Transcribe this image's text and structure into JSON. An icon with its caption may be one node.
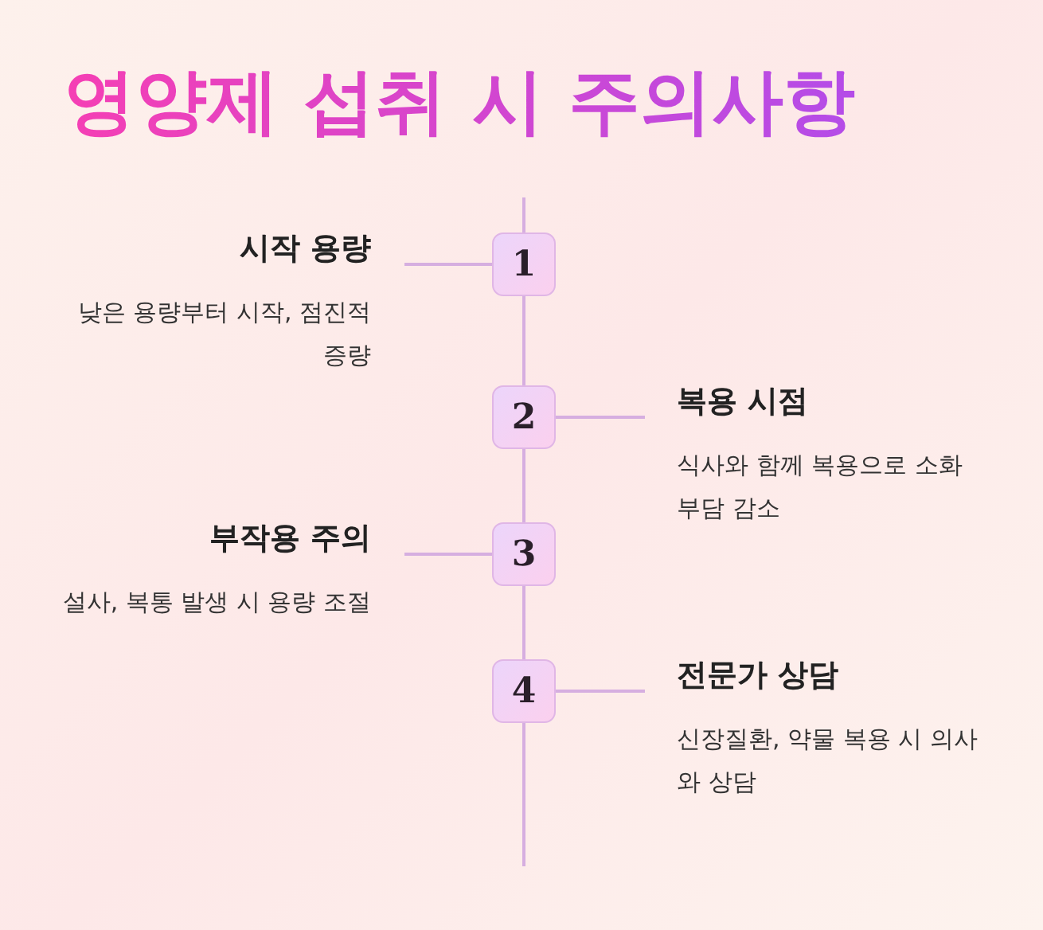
{
  "diagram": {
    "title": "영양제 섭취 시 주의사항",
    "nodes": [
      {
        "text": [
          "1"
        ]
      },
      {
        "text": [
          "시작 용량",
          "낮은 용량부터 시작, 점진적 증량"
        ]
      },
      {
        "text": [
          "2"
        ]
      },
      {
        "text": [
          "복용 시점",
          "식사와 함께 복용으로 소화 부담 감소"
        ]
      },
      {
        "text": [
          "3"
        ]
      },
      {
        "text": [
          "부작용 주의",
          "설사, 복통 발생 시 용량 조절"
        ]
      },
      {
        "text": [
          "4"
        ]
      },
      {
        "text": [
          "전문가 상담",
          "신장질환, 약물 복용 시 의사와 상담"
        ]
      }
    ],
    "edges": [
      {
        "from": 0,
        "to": 1,
        "arrow": "none"
      },
      {
        "from": 2,
        "to": 3,
        "arrow": "none"
      },
      {
        "from": 4,
        "to": 5,
        "arrow": "none"
      },
      {
        "from": 6,
        "to": 7,
        "arrow": "none"
      },
      {
        "from": 0,
        "to": 2,
        "arrow": "none"
      },
      {
        "from": 2,
        "to": 4,
        "arrow": "none"
      },
      {
        "from": 4,
        "to": 6,
        "arrow": "none"
      }
    ]
  }
}
